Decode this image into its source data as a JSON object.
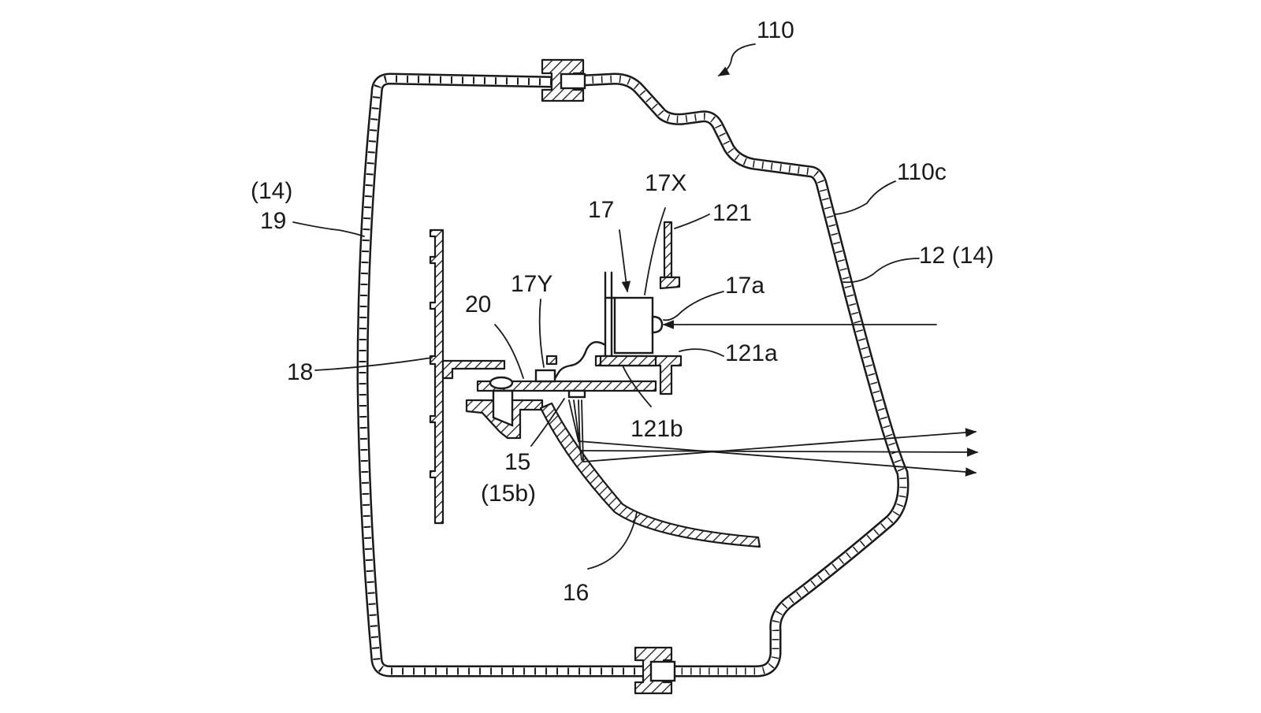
{
  "figure": {
    "labels": {
      "assembly": "110",
      "lens_edge": "110c",
      "outer_lens": "12 (14)",
      "rear_wall": "19",
      "rear_wall_group": "(14)",
      "bracket": "18",
      "substrate": "20",
      "light_source": "15",
      "light_source_sub": "(15b)",
      "reflector": "16",
      "sensor": "17",
      "sensor_x": "17X",
      "sensor_y": "17Y",
      "sensor_lens": "17a",
      "support": "121",
      "support_a": "121a",
      "support_b": "121b"
    },
    "colors": {
      "ink": "#1a1a1a",
      "background": "#ffffff"
    }
  }
}
